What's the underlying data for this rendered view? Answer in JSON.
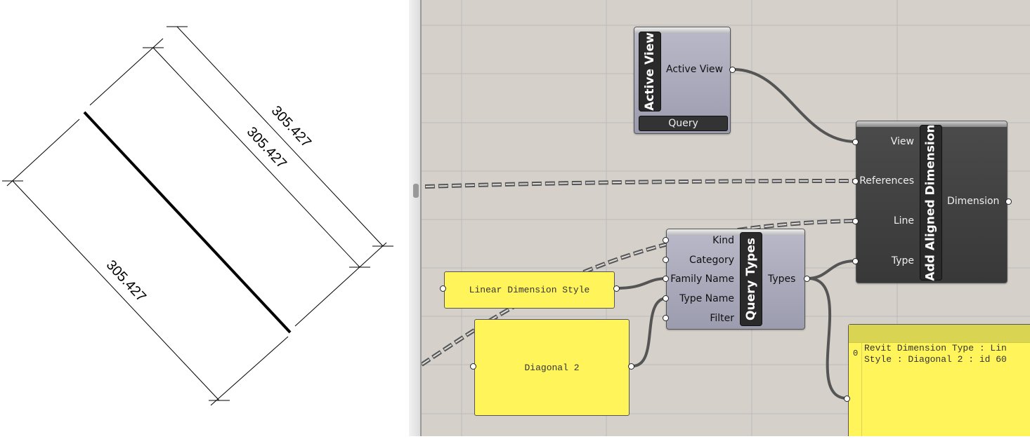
{
  "drawing": {
    "dimensions": [
      "305.427",
      "305.427",
      "305.427"
    ]
  },
  "active_view": {
    "title": "Active View",
    "output": "Active View",
    "button": "Query"
  },
  "add_dim": {
    "title": "Add Aligned Dimension",
    "inputs": [
      "View",
      "References",
      "Line",
      "Type"
    ],
    "output": "Dimension"
  },
  "query_types": {
    "title": "Query Types",
    "inputs": [
      "Kind",
      "Category",
      "Family Name",
      "Type Name",
      "Filter"
    ],
    "output": "Types"
  },
  "panel_family": {
    "text": "Linear Dimension Style"
  },
  "panel_type": {
    "text": "Diagonal 2"
  },
  "panel_output": {
    "index": "0",
    "line1": "Revit Dimension Type : Lin",
    "line2": "Style : Diagonal 2 : id 60"
  }
}
